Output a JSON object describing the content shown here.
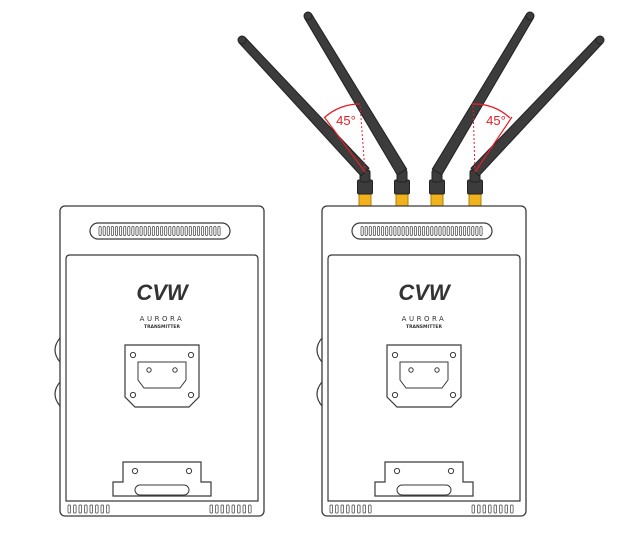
{
  "devices": [
    {
      "brand": "CVW",
      "model": "AURORA",
      "type": "TRANSMITTER"
    },
    {
      "brand": "CVW",
      "model": "AURORA",
      "type": "TRANSMITTER",
      "antenna_angles": [
        "45°",
        "45°"
      ]
    }
  ],
  "colors": {
    "outline": "#3a3a3a",
    "antenna": "#3c3c3c",
    "connector": "#f2b21b",
    "angle_marker": "#e31e24"
  }
}
